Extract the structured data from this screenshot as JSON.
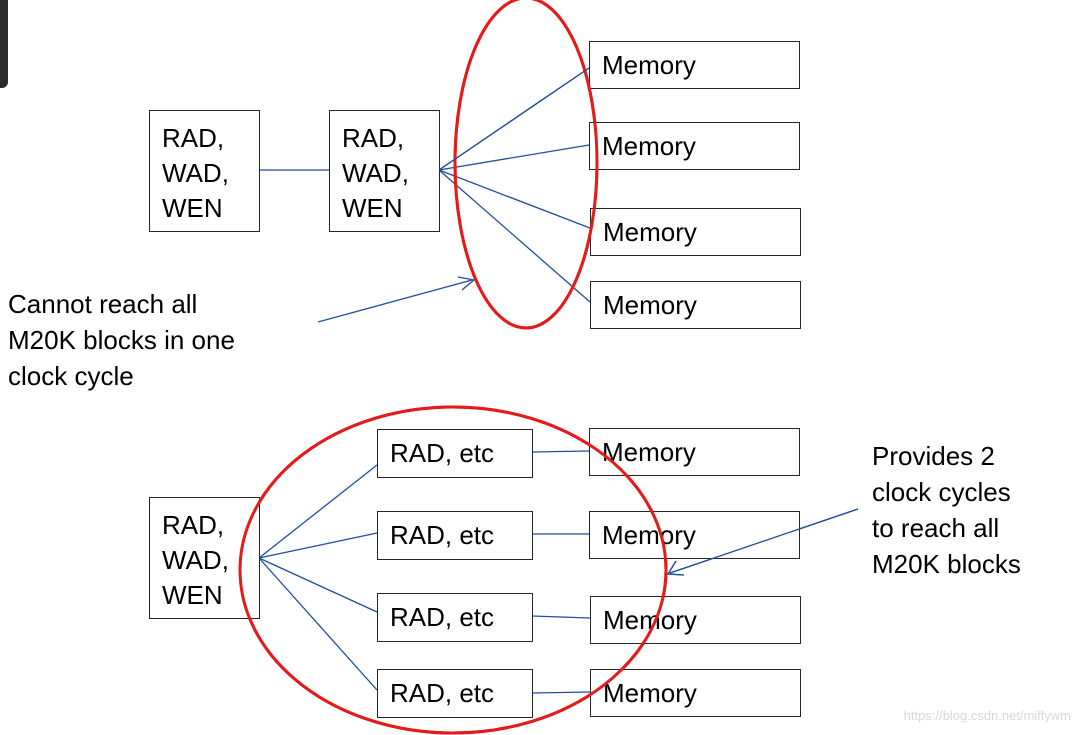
{
  "top": {
    "reg_a": [
      "RAD,",
      "WAD,",
      "WEN"
    ],
    "reg_b": [
      "RAD,",
      "WAD,",
      "WEN"
    ],
    "memories": [
      "Memory",
      "Memory",
      "Memory",
      "Memory"
    ]
  },
  "note_top": [
    "Cannot reach all",
    "M20K blocks in one",
    "clock cycle"
  ],
  "bottom": {
    "reg": [
      "RAD,",
      "WAD,",
      "WEN"
    ],
    "stages": [
      "RAD, etc",
      "RAD, etc",
      "RAD, etc",
      "RAD, etc"
    ],
    "memories": [
      "Memory",
      "Memory",
      "Memory",
      "Memory"
    ]
  },
  "note_bottom": [
    "Provides 2",
    "clock cycles",
    "to reach all",
    "M20K blocks"
  ],
  "watermark": "https://blog.csdn.net/miffywm",
  "colors": {
    "wire": "#1f4e9b",
    "highlight": "#e51b1b",
    "box_border": "#262626"
  }
}
